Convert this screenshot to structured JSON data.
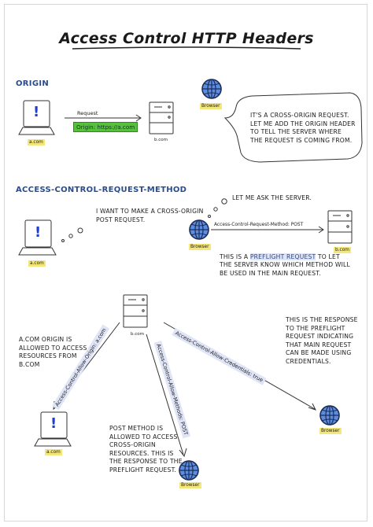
{
  "title": "Access Control HTTP Headers",
  "sections": {
    "origin": {
      "heading": "ORIGIN",
      "request_label": "Request",
      "header_label": "Origin: https://a.com",
      "client_label": "a.com",
      "server_label": "b.com",
      "browser_label": "Browser",
      "bubble": "IT'S A CROSS-ORIGIN REQUEST.\nLET ME ADD THE ORIGIN HEADER\nTO TELL THE SERVER WHERE\nTHE REQUEST IS COMING FROM."
    },
    "request_method": {
      "heading": "ACCESS-CONTROL-REQUEST-METHOD",
      "client_thought": "I WANT TO MAKE A CROSS-ORIGIN\nPOST REQUEST.",
      "browser_thought": "LET ME ASK THE SERVER.",
      "header_label": "Access-Control-Request-Method: POST",
      "client_label": "a.com",
      "server_label": "b.com",
      "browser_label": "Browser",
      "note_prefix": "THIS IS A ",
      "note_link": "PREFLIGHT REQUEST",
      "note_suffix": " TO LET",
      "note_rest": "THE SERVER KNOW WHICH METHOD WILL\nBE USED IN THE MAIN REQUEST."
    },
    "allow": {
      "server_label": "b.com",
      "client_label": "a.com",
      "browser_bottom_label": "Browser",
      "browser_right_label": "Browser",
      "allow_origin": "Access-Control-Allow-Origin: a.com",
      "allow_methods": "Access-Control-Allow-Methods: POST",
      "allow_credentials": "Access-Control-Allow-Credentials: true",
      "note_origin": "A.COM ORIGIN IS\nALLOWED TO ACCESS\nRESOURCES FROM\nB.COM",
      "note_methods": "POST METHOD IS\nALLOWED TO ACCESS\nCROSS-ORIGIN\nRESOURCES. THIS IS\nTHE RESPONSE TO THE\nPREFLIGHT REQUEST.",
      "note_credentials": "THIS IS THE RESPONSE\nTO THE PREFLIGHT\nREQUEST INDICATING\nTHAT MAIN REQUEST\nCAN BE MADE USING\nCREDENTIALS."
    }
  },
  "colors": {
    "globe": "#5b8de0",
    "globe_dark": "#1d2d57",
    "highlight": "#f4e779",
    "header_green": "#58c13c",
    "band": "#dfe4f6",
    "heading": "#2a4b8d",
    "alert": "#1d3fd8"
  }
}
